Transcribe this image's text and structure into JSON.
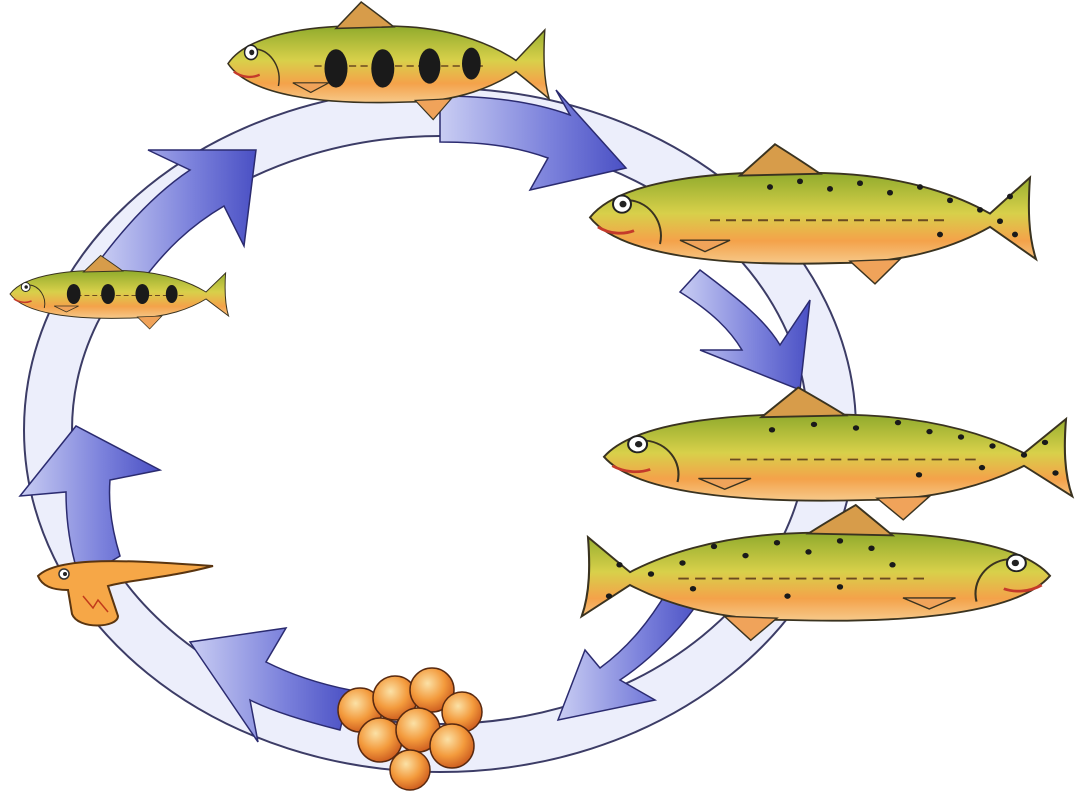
{
  "diagram": {
    "type": "life-cycle",
    "subject": "trout",
    "direction": "clockwise",
    "stages": [
      {
        "id": "egg",
        "icon": "egg-cluster-icon"
      },
      {
        "id": "alevin",
        "icon": "alevin-icon"
      },
      {
        "id": "fry",
        "icon": "fry-icon"
      },
      {
        "id": "parr",
        "icon": "parr-icon"
      },
      {
        "id": "juvenile",
        "icon": "juvenile-trout-icon"
      },
      {
        "id": "adult",
        "icon": "adult-trout-icon"
      },
      {
        "id": "spawning-adult",
        "icon": "spawning-trout-icon"
      }
    ],
    "colors": {
      "background": "#ffffff",
      "ring": "#e8ebfa",
      "arrow": "#5157c9",
      "arrow_light": "#a9b0ea",
      "fish_back": "#9fb43a",
      "fish_belly": "#f3a24a",
      "fish_spots": "#1a1a1a",
      "egg": "#f08a2e"
    }
  }
}
